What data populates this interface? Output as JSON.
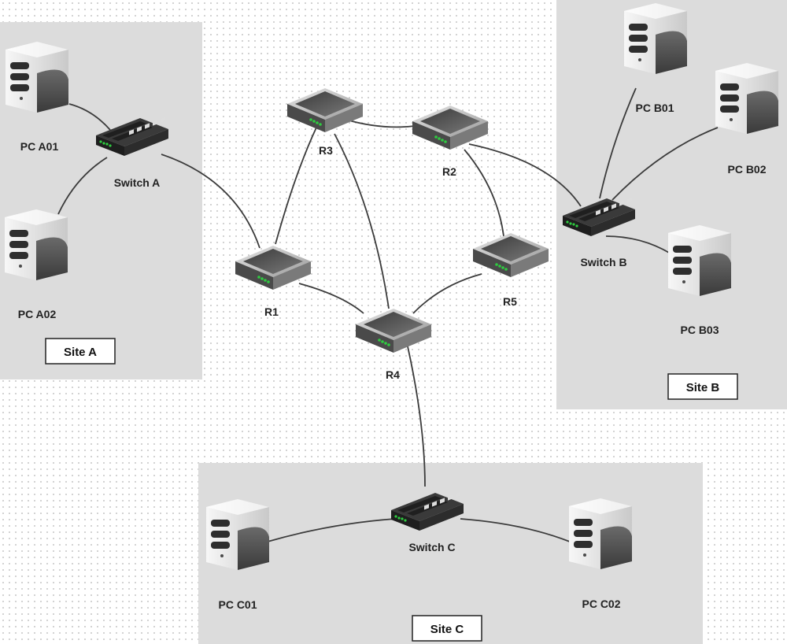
{
  "sites": {
    "a": {
      "label": "Site A"
    },
    "b": {
      "label": "Site B"
    },
    "c": {
      "label": "Site C"
    }
  },
  "routers": {
    "r1": {
      "label": "R1"
    },
    "r2": {
      "label": "R2"
    },
    "r3": {
      "label": "R3"
    },
    "r4": {
      "label": "R4"
    },
    "r5": {
      "label": "R5"
    }
  },
  "switches": {
    "a": {
      "label": "Switch A"
    },
    "b": {
      "label": "Switch B"
    },
    "c": {
      "label": "Switch C"
    }
  },
  "pcs": {
    "a01": {
      "label": "PC A01"
    },
    "a02": {
      "label": "PC A02"
    },
    "b01": {
      "label": "PC B01"
    },
    "b02": {
      "label": "PC B02"
    },
    "b03": {
      "label": "PC B03"
    },
    "c01": {
      "label": "PC C01"
    },
    "c02": {
      "label": "PC C02"
    }
  },
  "icons": {
    "router": "router-icon",
    "switch": "switch-icon",
    "pc": "pc-tower-icon"
  },
  "colors": {
    "site_background": "#dcdcdc",
    "link": "#3b3b3b",
    "device_body": "#5a5a5a",
    "pc_body": "#e8e8e8",
    "status_led": "#2ecc40"
  }
}
